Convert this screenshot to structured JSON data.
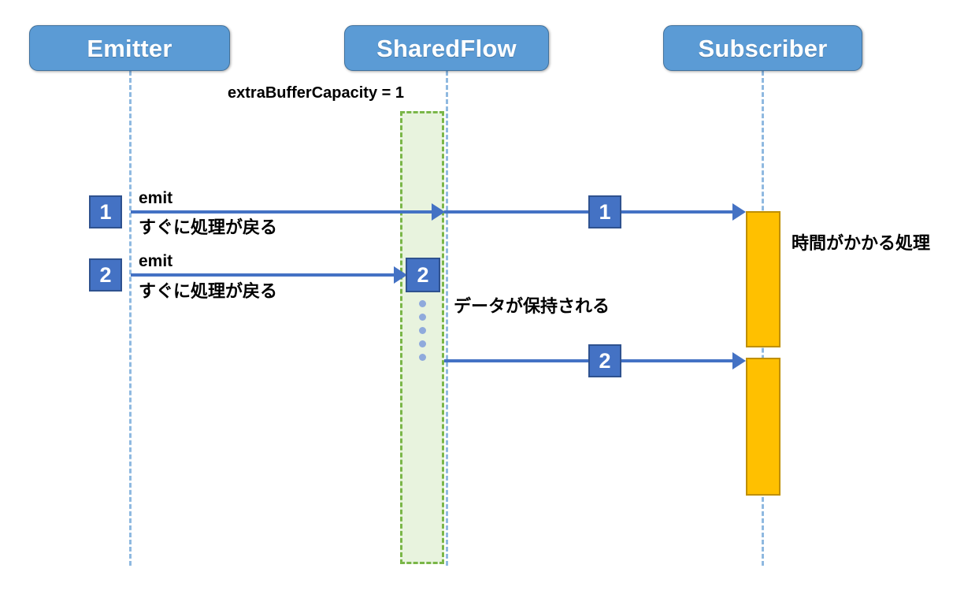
{
  "diagram": {
    "title": "SharedFlow extraBufferCapacity sequence diagram",
    "colors": {
      "participant_fill": "#5B9BD5",
      "participant_border": "#41719C",
      "lifeline": "#8FB9E0",
      "buffer_fill": "#E8F3DE",
      "buffer_border": "#7AB648",
      "badge_fill": "#4472C4",
      "badge_border": "#2F528F",
      "arrow": "#4472C4",
      "activation_fill": "#FFC000",
      "activation_border": "#BF8F00",
      "dot": "#8FAADC",
      "text": "#000000"
    },
    "participants": [
      {
        "id": "emitter",
        "label": "Emitter"
      },
      {
        "id": "sharedflow",
        "label": "SharedFlow"
      },
      {
        "id": "subscriber",
        "label": "Subscriber"
      }
    ],
    "annotations": {
      "buffer_capacity": "extraBufferCapacity = 1",
      "buffer_retained": "データが保持される",
      "long_running": "時間がかかる処理"
    },
    "messages": [
      {
        "id": "emit-1",
        "badge": "1",
        "above_label": "emit",
        "below_label": "すぐに処理が戻る",
        "from": "emitter",
        "to": "sharedflow"
      },
      {
        "id": "deliver-1",
        "badge": "1",
        "from": "sharedflow",
        "to": "subscriber"
      },
      {
        "id": "emit-2",
        "badge": "2",
        "above_label": "emit",
        "below_label": "すぐに処理が戻る",
        "from": "emitter",
        "to": "sharedflow"
      },
      {
        "id": "buffered-2",
        "badge": "2",
        "from": "buffer",
        "to": "sharedflow"
      },
      {
        "id": "deliver-2",
        "badge": "2",
        "from": "sharedflow",
        "to": "subscriber"
      }
    ],
    "activations": [
      {
        "id": "activation-1",
        "owner": "subscriber"
      },
      {
        "id": "activation-2",
        "owner": "subscriber"
      }
    ]
  }
}
